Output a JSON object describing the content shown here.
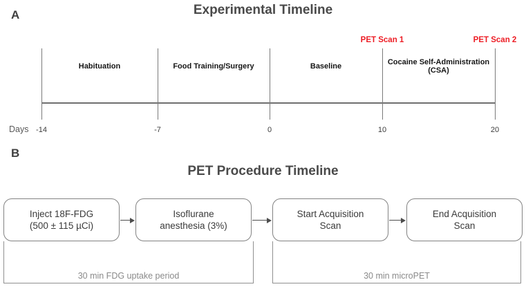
{
  "panel_a": {
    "label": "A",
    "title": "Experimental Timeline",
    "annotations": [
      {
        "text": "PET Scan 1"
      },
      {
        "text": "PET Scan 2"
      }
    ],
    "segments": [
      {
        "label": "Habituation"
      },
      {
        "label": "Food Training/Surgery"
      },
      {
        "label": "Baseline"
      },
      {
        "label": "Cocaine Self-Administration",
        "label_line2": "(CSA)"
      }
    ],
    "axis": {
      "label": "Days",
      "tick_labels": [
        "-14",
        "-7",
        "0",
        "10",
        "20"
      ]
    }
  },
  "panel_b": {
    "label": "B",
    "title": "PET Procedure Timeline",
    "steps": [
      {
        "line1": "Inject 18F-FDG",
        "line2": "(500 ± 115 µCi)"
      },
      {
        "line1": "Isoflurane",
        "line2": "anesthesia (3%)"
      },
      {
        "line1": "Start Acquisition",
        "line2": "Scan"
      },
      {
        "line1": "End Acquisition",
        "line2": "Scan"
      }
    ],
    "durations": [
      {
        "label": "30 min FDG uptake period"
      },
      {
        "label": "30 min microPET"
      }
    ]
  },
  "colors": {
    "accent_red": "#ed1c24",
    "line_gray": "#7a7a7a",
    "text_dark": "#3c3c3c",
    "text_gray": "#8a8a8a"
  }
}
